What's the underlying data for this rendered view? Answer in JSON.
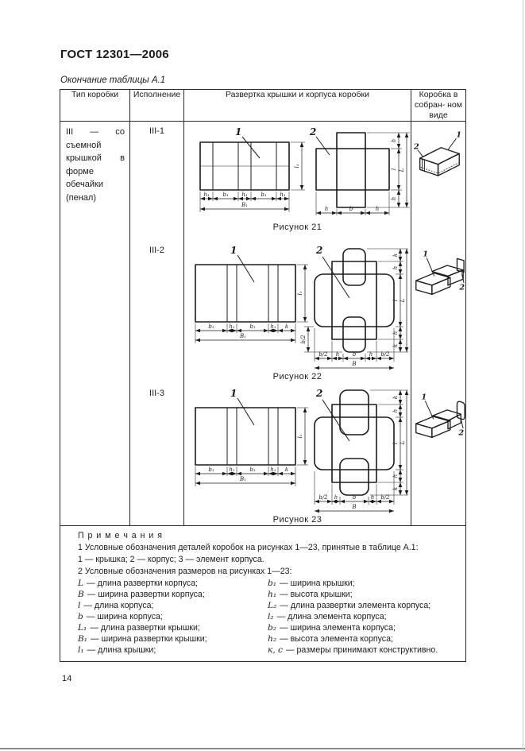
{
  "page": {
    "standard_code": "ГОСТ 12301—2006",
    "table_continuation": "Окончание таблицы А.1",
    "page_number": "14"
  },
  "table": {
    "headers": {
      "type": "Тип коробки",
      "variant": "Исполнение",
      "development": "Развертка крышки и корпуса коробки",
      "assembled": "Коробка в собран- ном виде"
    },
    "box_type": "III — со съемной крышкой в форме обечайки (пенал)",
    "variants": [
      "III-1",
      "III-2",
      "III-3"
    ],
    "captions": [
      "Рисунок 21",
      "Рисунок 22",
      "Рисунок 23"
    ]
  },
  "fig21": {
    "lid": {
      "part": "1",
      "d": [
        "h₁",
        "b₁",
        "h₁",
        "b₁",
        "h₁"
      ],
      "overall": "B₁",
      "side": "l₁"
    },
    "body": {
      "part": "2",
      "bottom": [
        "h",
        "b",
        "h"
      ],
      "right": [
        "h",
        "l",
        "h"
      ],
      "overall": "L"
    }
  },
  "fig22": {
    "lid": {
      "part": "1",
      "d": [
        "b₁",
        "h₁",
        "b₁",
        "h₁",
        "k"
      ],
      "overall": "B₁",
      "side": "l₁"
    },
    "body": {
      "part": "2",
      "bottom": [
        "b/2",
        "h",
        "b",
        "h",
        "b/2"
      ],
      "overall": "B",
      "left": "b/2",
      "right": [
        "k",
        "h",
        "l",
        "h",
        "k"
      ],
      "overall_right": "L"
    }
  },
  "fig23": {
    "lid": {
      "part": "1",
      "d": [
        "b₁",
        "h₁",
        "b₁",
        "h₁",
        "k"
      ],
      "overall": "B₁",
      "side": "l₁"
    },
    "body": {
      "part": "2",
      "bottom": [
        "b/2",
        "h",
        "b",
        "h",
        "b/2"
      ],
      "overall": "B",
      "right": [
        "k",
        "h",
        "l",
        "h",
        "k"
      ],
      "overall_right": "L"
    }
  },
  "assembled": [
    {
      "first": "2",
      "second": "1"
    },
    {
      "first": "1",
      "second": "2"
    },
    {
      "first": "1",
      "second": "2"
    }
  ],
  "notes": {
    "title": "П р и м е ч а н и я",
    "note1": "1  Условные обозначения деталей коробок на рисунках 1—23, принятые в таблице А.1:",
    "note1_detail": "1 — крышка; 2 — корпус; 3 — элемент корпуса.",
    "note2": "2  Условные обозначения размеров на рисунках 1—23:",
    "defs_left": [
      {
        "sym": "L",
        "desc": "— длина развертки корпуса;"
      },
      {
        "sym": "B",
        "desc": "— ширина развертки корпуса;"
      },
      {
        "sym": "l",
        "desc": "— длина корпуса;"
      },
      {
        "sym": "b",
        "desc": "— ширина корпуса;"
      },
      {
        "sym": "L₁",
        "desc": "— длина развертки крышки;"
      },
      {
        "sym": "B₁",
        "desc": "— ширина развертки крышки;"
      },
      {
        "sym": "l₁",
        "desc": "— длина крышки;"
      }
    ],
    "defs_right": [
      {
        "sym": "b₁",
        "desc": "— ширина крышки;"
      },
      {
        "sym": "h₁",
        "desc": "— высота крышки;"
      },
      {
        "sym": "L₂",
        "desc": "— длина развертки элемента корпуса;"
      },
      {
        "sym": "l₂",
        "desc": "— длина элемента корпуса;"
      },
      {
        "sym": "b₂",
        "desc": "— ширина элемента корпуса;"
      },
      {
        "sym": "h₂",
        "desc": "— высота элемента корпуса;"
      },
      {
        "sym": "к, с",
        "desc": "— размеры принимают конструктивно."
      }
    ]
  }
}
